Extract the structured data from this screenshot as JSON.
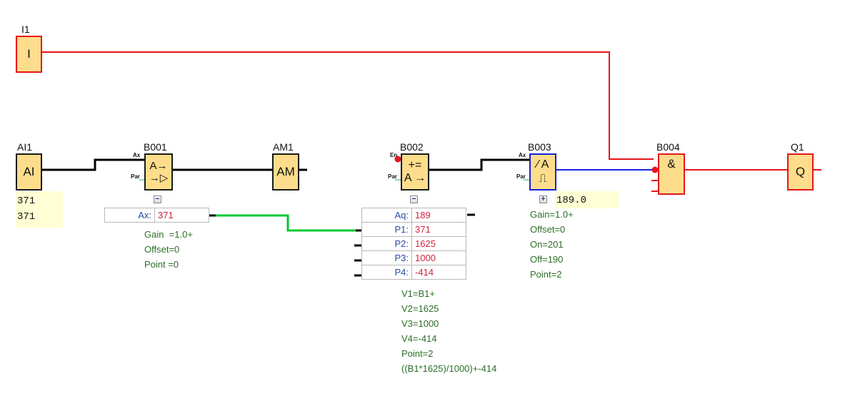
{
  "colors": {
    "block_fill": "#fddd8b",
    "digital_wire": "#e8141b",
    "analog_wire": "#000000",
    "param_wire": "#00c833",
    "mixed_wire": "#1323e0",
    "param_text": "#2b6e26",
    "table_key": "#2c4ba0",
    "table_value": "#d2233b",
    "value_box_bg": "#ffffd5"
  },
  "blocks": {
    "I1": {
      "name": "I1",
      "symbol": "I"
    },
    "AI1": {
      "name": "AI1",
      "symbol": "AI",
      "values": [
        "371",
        "371"
      ]
    },
    "B001": {
      "name": "B001",
      "symbol_top": "A→",
      "symbol_bottom": "→▷",
      "pins": {
        "ax": "Ax",
        "par": "Par"
      },
      "toggle": "−",
      "table": [
        {
          "key": "Ax:",
          "value": "371"
        }
      ],
      "params": [
        "Gain  =1.0+",
        "Offset=0",
        "Point =0"
      ]
    },
    "AM1": {
      "name": "AM1",
      "symbol": "AM"
    },
    "B002": {
      "name": "B002",
      "symbol_top": "+=",
      "symbol_bottom": "A →",
      "pins": {
        "en": "En",
        "par": "Par"
      },
      "toggle": "−",
      "table": [
        {
          "key": "Aq:",
          "value": "189"
        },
        {
          "key": "P1:",
          "value": "371"
        },
        {
          "key": "P2:",
          "value": "1625"
        },
        {
          "key": "P3:",
          "value": "1000"
        },
        {
          "key": "P4:",
          "value": "-414"
        }
      ],
      "params": [
        "V1=B1+",
        "V2=1625",
        "V3=1000",
        "V4=-414",
        "Point=2",
        "((B1*1625)/1000)+-414"
      ]
    },
    "B003": {
      "name": "B003",
      "symbol_top": "⁄ A",
      "symbol_bottom": "⎍",
      "pins": {
        "ax": "Ax",
        "par": "Par"
      },
      "toggle": "+",
      "value": "189.0",
      "params": [
        "Gain=1.0+",
        "Offset=0",
        "On=201",
        "Off=190",
        "Point=2"
      ]
    },
    "B004": {
      "name": "B004",
      "symbol": "&"
    },
    "Q1": {
      "name": "Q1",
      "symbol": "Q"
    }
  }
}
